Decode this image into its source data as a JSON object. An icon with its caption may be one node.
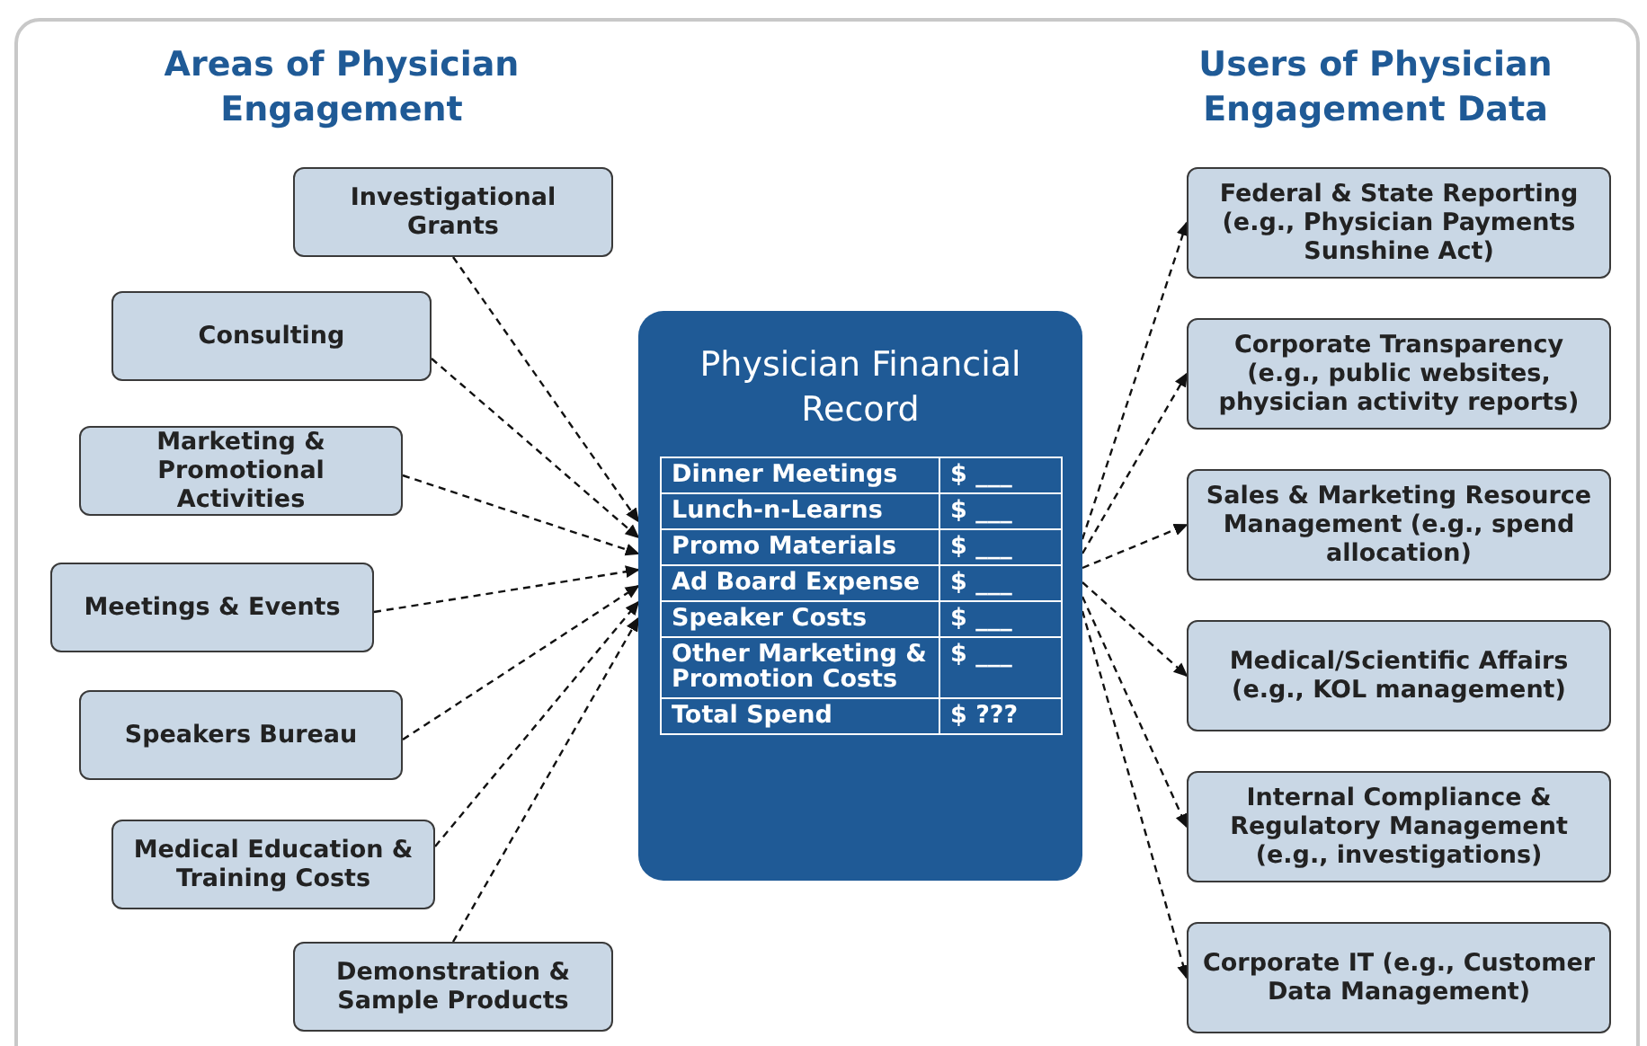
{
  "diagram": {
    "nodes": [
      {
        "text": [
          "Investigational Grants"
        ]
      },
      {
        "text": [
          "Consulting"
        ]
      },
      {
        "text": [
          "Marketing & Promotional Activities"
        ]
      },
      {
        "text": [
          "Meetings & Events"
        ]
      },
      {
        "text": [
          "Speakers Bureau"
        ]
      },
      {
        "text": [
          "Medical Education & Training Costs"
        ]
      },
      {
        "text": [
          "Demonstration & Sample Products"
        ]
      },
      {
        "text": [
          "Physician Financial Record",
          "Dinner Meetings",
          "$ ___",
          "Lunch-n-Learns",
          "$ ___",
          "Promo Materials",
          "$ ___",
          "Ad Board Expense",
          "$ ___",
          "Speaker Costs",
          "$ ___",
          "Other Marketing & Promotion Costs",
          "$ ___",
          "Total Spend",
          "$ ???"
        ]
      },
      {
        "text": [
          "Federal & State Reporting (e.g., Physician Payments Sunshine Act)"
        ]
      },
      {
        "text": [
          "Corporate Transparency (e.g., public websites, physician activity reports)"
        ]
      },
      {
        "text": [
          "Sales & Marketing Resource Management (e.g., spend allocation)"
        ]
      },
      {
        "text": [
          "Medical/Scientific Affairs (e.g., KOL management)"
        ]
      },
      {
        "text": [
          "Internal Compliance & Regulatory Management (e.g., investigations)"
        ]
      },
      {
        "text": [
          "Corporate IT (e.g., Customer Data Management)"
        ]
      }
    ],
    "edges": [
      {
        "from": 0,
        "to": 7,
        "arrow": "to",
        "style": "dashed"
      },
      {
        "from": 1,
        "to": 7,
        "arrow": "to",
        "style": "dashed"
      },
      {
        "from": 2,
        "to": 7,
        "arrow": "to",
        "style": "dashed"
      },
      {
        "from": 3,
        "to": 7,
        "arrow": "to",
        "style": "dashed"
      },
      {
        "from": 4,
        "to": 7,
        "arrow": "to",
        "style": "dashed"
      },
      {
        "from": 5,
        "to": 7,
        "arrow": "to",
        "style": "dashed"
      },
      {
        "from": 6,
        "to": 7,
        "arrow": "to",
        "style": "dashed"
      },
      {
        "from": 7,
        "to": 8,
        "arrow": "to",
        "style": "dashed"
      },
      {
        "from": 7,
        "to": 9,
        "arrow": "to",
        "style": "dashed"
      },
      {
        "from": 7,
        "to": 10,
        "arrow": "to",
        "style": "dashed"
      },
      {
        "from": 7,
        "to": 11,
        "arrow": "to",
        "style": "dashed"
      },
      {
        "from": 7,
        "to": 12,
        "arrow": "to",
        "style": "dashed"
      },
      {
        "from": 7,
        "to": 13,
        "arrow": "to",
        "style": "dashed"
      }
    ],
    "labels": [
      "Areas of Physician Engagement",
      "Users of Physician Engagement Data"
    ]
  }
}
